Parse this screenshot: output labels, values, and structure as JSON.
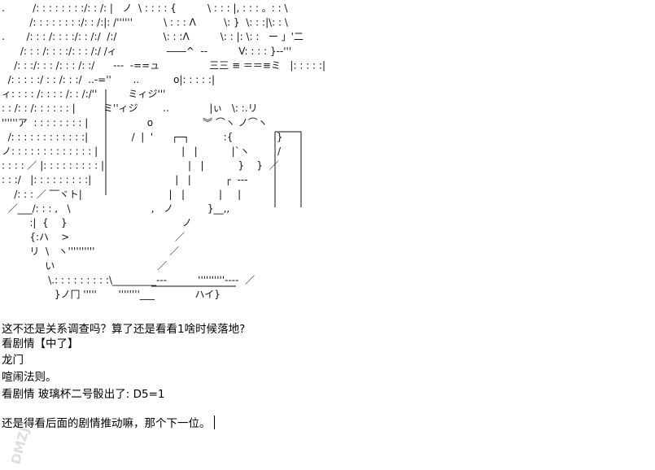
{
  "art_lines": [
    ".         /: : : : : : : :/: : /: |   ノ  \\ : : : : {          \\ : : : |, : : : 。: : \\",
    "         /: : : : : : : :/: : /:|: /''''''          \\ : : : Λ         \\: }  \\: : :|\\: : \\",
    ".       /: : : /: : : :/: : /:/  /:/               \\: : :Λ          \\: : |: \\: :   ー 」'二",
    "      /: : : /: : : :/: : : /:/ /ィ                ――^  --          V: : : : }--'''",
    "    /: : :/: : : /: : : /: :/      ---  -==ュ                三三 ≡ ＝＝≡ミ   |: : : : :|",
    "  /: : : : :/ : : /: : :/  ..-=''       ..           o|: : : : :|",
    "ィ: : : : /: : : : /: : /:/''          ミィジ''' ",
    ": : /: : /: : : : : : |         ミ''ィジ        ..             |ぃ   \\: :.リ",
    "''''''ア  : : : : : : : : |                   o                ︾ ⌒ヽ ノ⌒ヽ",
    "  /: : : : : : : : : : : :|              /  |  '      ┌─┐           :{              }",
    "ノ: : : : : : : : : : : : : |                           |   |           |`ヽ         /",
    ": : : : ／ |: : : : : : : : : |                           |   |           }    }  ／",
    ": : :/   |: : : : : : : : :|                           |   |           ┌  ---",
    "    /: : : ／ ‾‾ヾト|                            |   |           |     |",
    "  ／___/: : : ,   \\                          ,   ノ           }__,,",
    "         :|  {    }                                     ノ",
    "         {:ハ    >                                  ／",
    "         リ  \\   ヽ''''''''''                        ／",
    "              い                                 ／",
    "               \\.: : : : : : : : :\\_________---          ''''''''''----  ／",
    "                 }ノ冂 '''''       ''''''''___             ハイ}"
  ],
  "caption": {
    "line1": "这不还是关系调查吗？算了还是看看1啥时候落地?",
    "line2": "看剧情【中了】",
    "line3": "龙门",
    "line4": "喧闹法则。",
    "line5": "看剧情 玻璃杯二号骰出了: D5=1",
    "line6": "还是得看后面的剧情推动嘛，那个下一位。"
  },
  "watermark": {
    "text": "DMZJ"
  }
}
